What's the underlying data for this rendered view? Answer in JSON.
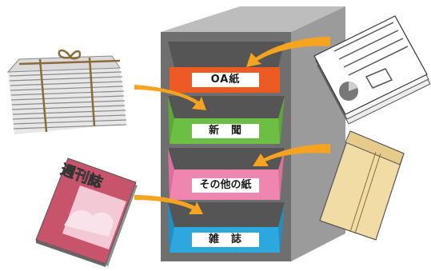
{
  "cabinet": {
    "slots": [
      {
        "label": "OA紙",
        "color": "#EE5A24"
      },
      {
        "label": "新　聞",
        "color": "#6DBE45"
      },
      {
        "label": "その他の紙",
        "color": "#EE86B0"
      },
      {
        "label": "雑　誌",
        "color": "#2CA8DE"
      }
    ]
  },
  "magazine": {
    "cover_text": "週刊誌"
  },
  "colors": {
    "cabinet_front": "#6F6F6F",
    "cabinet_side": "#9A9A9A",
    "cabinet_top": "#B8B8B8",
    "arrow": "#F6A41F"
  }
}
